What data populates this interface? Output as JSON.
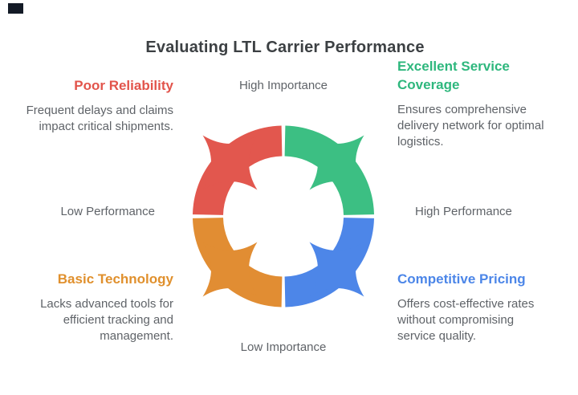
{
  "title": "Evaluating LTL Carrier Performance",
  "axis_labels": {
    "top": "High Importance",
    "bottom": "Low Importance",
    "left": "Low Performance",
    "right": "High Performance"
  },
  "quadrants": {
    "top_left": {
      "title": "Poor Reliability",
      "body": "Frequent delays and claims\nimpact critical shipments."
    },
    "top_right": {
      "title": "Excellent Service\nCoverage",
      "body": "Ensures comprehensive\ndelivery network for optimal\nlogistics."
    },
    "bottom_left": {
      "title": "Basic Technology",
      "body": "Lacks advanced tools for\nefficient tracking and\nmanagement."
    },
    "bottom_right": {
      "title": "Competitive Pricing",
      "body": "Offers cost-effective rates\nwithout compromising\nservice quality."
    }
  },
  "colors": {
    "red": "#E2574E",
    "green": "#3CBF83",
    "orange": "#E18D33",
    "blue": "#4D86E8",
    "red_text": "#E2544B",
    "green_text": "#2EB77D",
    "orange_text": "#E0902D",
    "blue_text": "#4C86E8",
    "title_text": "#3C4043",
    "body_text": "#5F6368",
    "corner_mark": "#131A26"
  }
}
